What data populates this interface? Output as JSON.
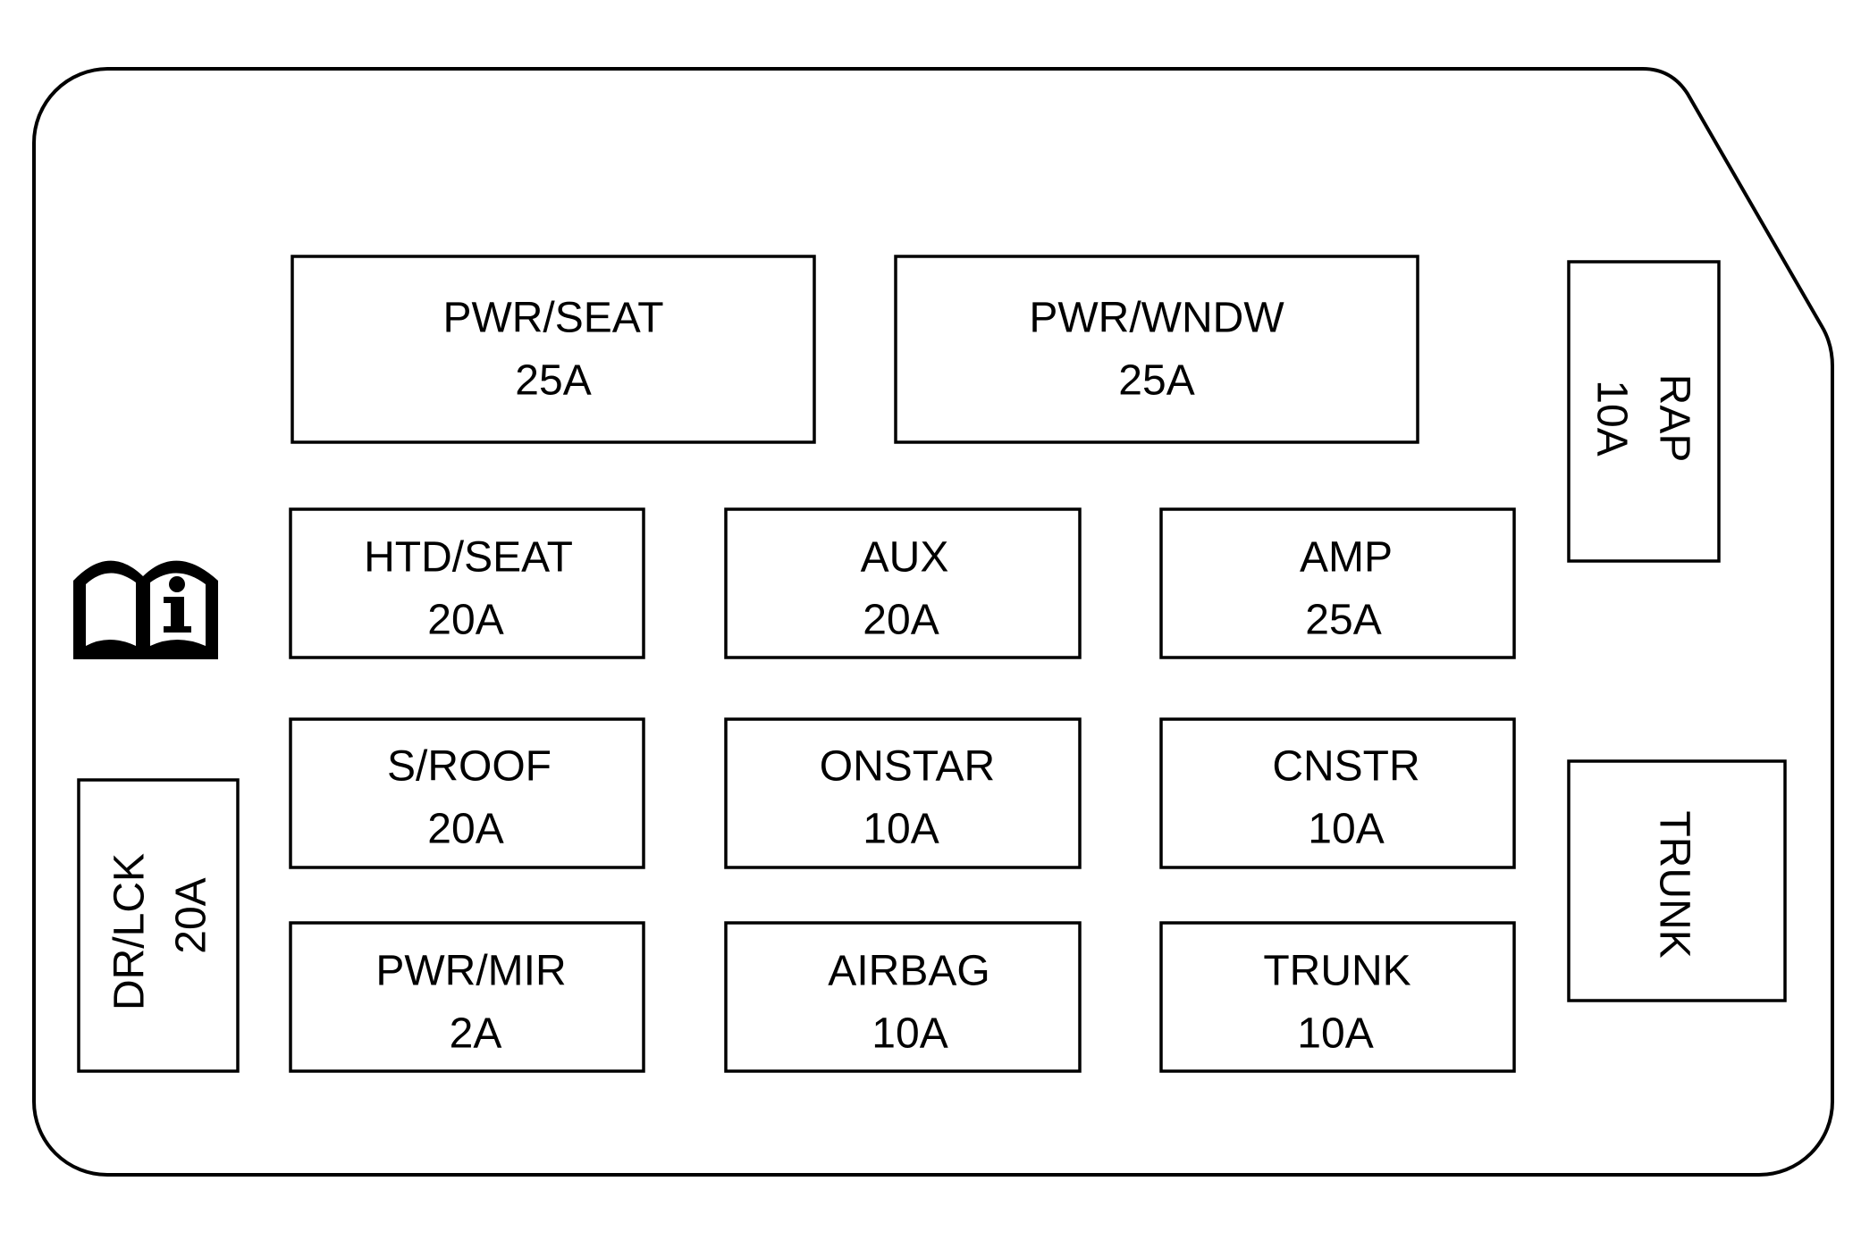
{
  "diagram": {
    "fuses": [
      {
        "id": "pwr-seat",
        "name": "PWR/SEAT",
        "rating": "25A"
      },
      {
        "id": "pwr-wndw",
        "name": "PWR/WNDW",
        "rating": "25A"
      },
      {
        "id": "rap",
        "name": "RAP",
        "rating": "10A"
      },
      {
        "id": "htd-seat",
        "name": "HTD/SEAT",
        "rating": "20A"
      },
      {
        "id": "aux",
        "name": "AUX",
        "rating": "20A"
      },
      {
        "id": "amp",
        "name": "AMP",
        "rating": "25A"
      },
      {
        "id": "s-roof",
        "name": "S/ROOF",
        "rating": "20A"
      },
      {
        "id": "onstar",
        "name": "ONSTAR",
        "rating": "10A"
      },
      {
        "id": "cnstr",
        "name": "CNSTR",
        "rating": "10A"
      },
      {
        "id": "pwr-mir",
        "name": "PWR/MIR",
        "rating": "2A"
      },
      {
        "id": "airbag",
        "name": "AIRBAG",
        "rating": "10A"
      },
      {
        "id": "trunk",
        "name": "TRUNK",
        "rating": "10A"
      },
      {
        "id": "dr-lck",
        "name": "DR/LCK",
        "rating": "20A"
      },
      {
        "id": "trunk-relay",
        "name": "TRUNK",
        "rating": ""
      }
    ],
    "icons": {
      "manual": "owner-manual-info-icon"
    },
    "colors": {
      "line": "#000000",
      "background": "#ffffff"
    }
  }
}
